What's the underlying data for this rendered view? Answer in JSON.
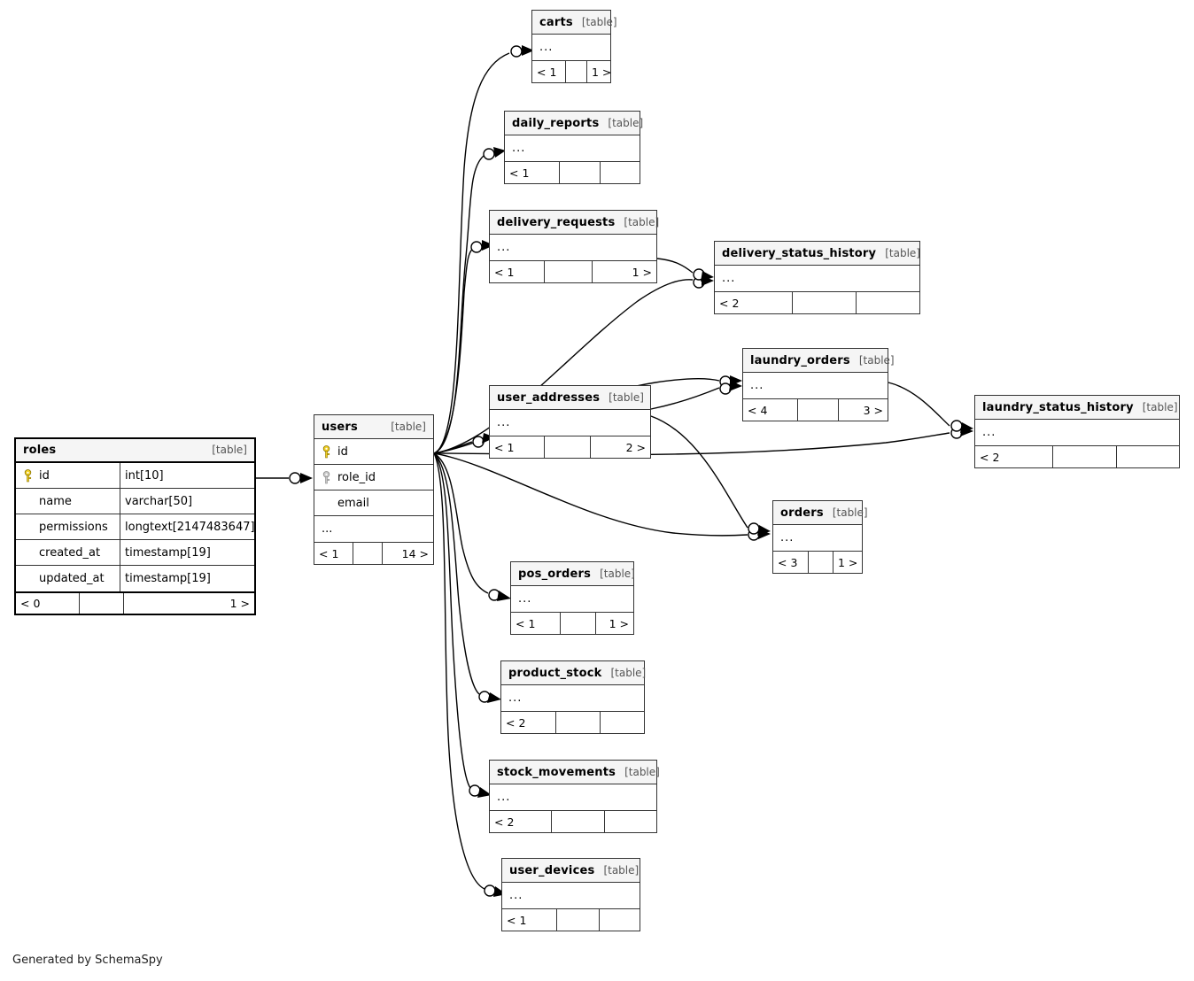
{
  "diagram": {
    "tool": "SchemaSpy",
    "footer_text": "Generated by SchemaSpy",
    "kind_label": "[table]",
    "ellipsis": "..."
  },
  "tables": {
    "roles": {
      "name": "roles",
      "kind": "[table]",
      "columns": [
        {
          "name": "id",
          "type": "int[10]",
          "key": "primary"
        },
        {
          "name": "name",
          "type": "varchar[50]",
          "key": "none"
        },
        {
          "name": "permissions",
          "type": "longtext[2147483647]",
          "key": "none"
        },
        {
          "name": "created_at",
          "type": "timestamp[19]",
          "key": "none"
        },
        {
          "name": "updated_at",
          "type": "timestamp[19]",
          "key": "none"
        }
      ],
      "footer": {
        "left": "< 0",
        "mid": "",
        "right": "1 >"
      }
    },
    "users": {
      "name": "users",
      "kind": "[table]",
      "columns": [
        {
          "name": "id",
          "type": "",
          "key": "primary"
        },
        {
          "name": "role_id",
          "type": "",
          "key": "foreign"
        },
        {
          "name": "email",
          "type": "",
          "key": "none"
        }
      ],
      "ellipsis": "...",
      "footer": {
        "left": "< 1",
        "mid": "",
        "right": "14 >"
      }
    },
    "carts": {
      "name": "carts",
      "kind": "[table]",
      "ellipsis": "...",
      "footer": {
        "left": "< 1",
        "mid": "",
        "right": "1 >"
      }
    },
    "daily_reports": {
      "name": "daily_reports",
      "kind": "[table]",
      "ellipsis": "...",
      "footer": {
        "left": "< 1",
        "mid": "",
        "right": ""
      }
    },
    "delivery_requests": {
      "name": "delivery_requests",
      "kind": "[table]",
      "ellipsis": "...",
      "footer": {
        "left": "< 1",
        "mid": "",
        "right": "1 >"
      }
    },
    "delivery_status_history": {
      "name": "delivery_status_history",
      "kind": "[table]",
      "ellipsis": "...",
      "footer": {
        "left": "< 2",
        "mid": "",
        "right": ""
      }
    },
    "laundry_orders": {
      "name": "laundry_orders",
      "kind": "[table]",
      "ellipsis": "...",
      "footer": {
        "left": "< 4",
        "mid": "",
        "right": "3 >"
      }
    },
    "laundry_status_history": {
      "name": "laundry_status_history",
      "kind": "[table]",
      "ellipsis": "...",
      "footer": {
        "left": "< 2",
        "mid": "",
        "right": ""
      }
    },
    "user_addresses": {
      "name": "user_addresses",
      "kind": "[table]",
      "ellipsis": "...",
      "footer": {
        "left": "< 1",
        "mid": "",
        "right": "2 >"
      }
    },
    "orders": {
      "name": "orders",
      "kind": "[table]",
      "ellipsis": "...",
      "footer": {
        "left": "< 3",
        "mid": "",
        "right": "1 >"
      }
    },
    "pos_orders": {
      "name": "pos_orders",
      "kind": "[table]",
      "ellipsis": "...",
      "footer": {
        "left": "< 1",
        "mid": "",
        "right": "1 >"
      }
    },
    "product_stock": {
      "name": "product_stock",
      "kind": "[table]",
      "ellipsis": "...",
      "footer": {
        "left": "< 2",
        "mid": "",
        "right": ""
      }
    },
    "stock_movements": {
      "name": "stock_movements",
      "kind": "[table]",
      "ellipsis": "...",
      "footer": {
        "left": "< 2",
        "mid": "",
        "right": ""
      }
    },
    "user_devices": {
      "name": "user_devices",
      "kind": "[table]",
      "ellipsis": "...",
      "footer": {
        "left": "< 1",
        "mid": "",
        "right": ""
      }
    }
  },
  "colors": {
    "primary_key": "#f2d024",
    "foreign_key": "#bfbfbf",
    "header_bg": "#f5f5f5",
    "border": "#333333",
    "edge": "#000000",
    "page_bg": "#ffffff"
  },
  "relationships": [
    {
      "from": "roles",
      "to": "users"
    },
    {
      "from": "users",
      "to": "carts"
    },
    {
      "from": "users",
      "to": "daily_reports"
    },
    {
      "from": "users",
      "to": "delivery_requests"
    },
    {
      "from": "users",
      "to": "delivery_status_history"
    },
    {
      "from": "users",
      "to": "laundry_orders"
    },
    {
      "from": "users",
      "to": "laundry_status_history"
    },
    {
      "from": "users",
      "to": "user_addresses"
    },
    {
      "from": "users",
      "to": "orders"
    },
    {
      "from": "users",
      "to": "pos_orders"
    },
    {
      "from": "users",
      "to": "product_stock"
    },
    {
      "from": "users",
      "to": "stock_movements"
    },
    {
      "from": "users",
      "to": "user_devices"
    },
    {
      "from": "delivery_requests",
      "to": "delivery_status_history"
    },
    {
      "from": "laundry_orders",
      "to": "laundry_status_history"
    },
    {
      "from": "user_addresses",
      "to": "laundry_orders"
    },
    {
      "from": "user_addresses",
      "to": "orders"
    }
  ]
}
